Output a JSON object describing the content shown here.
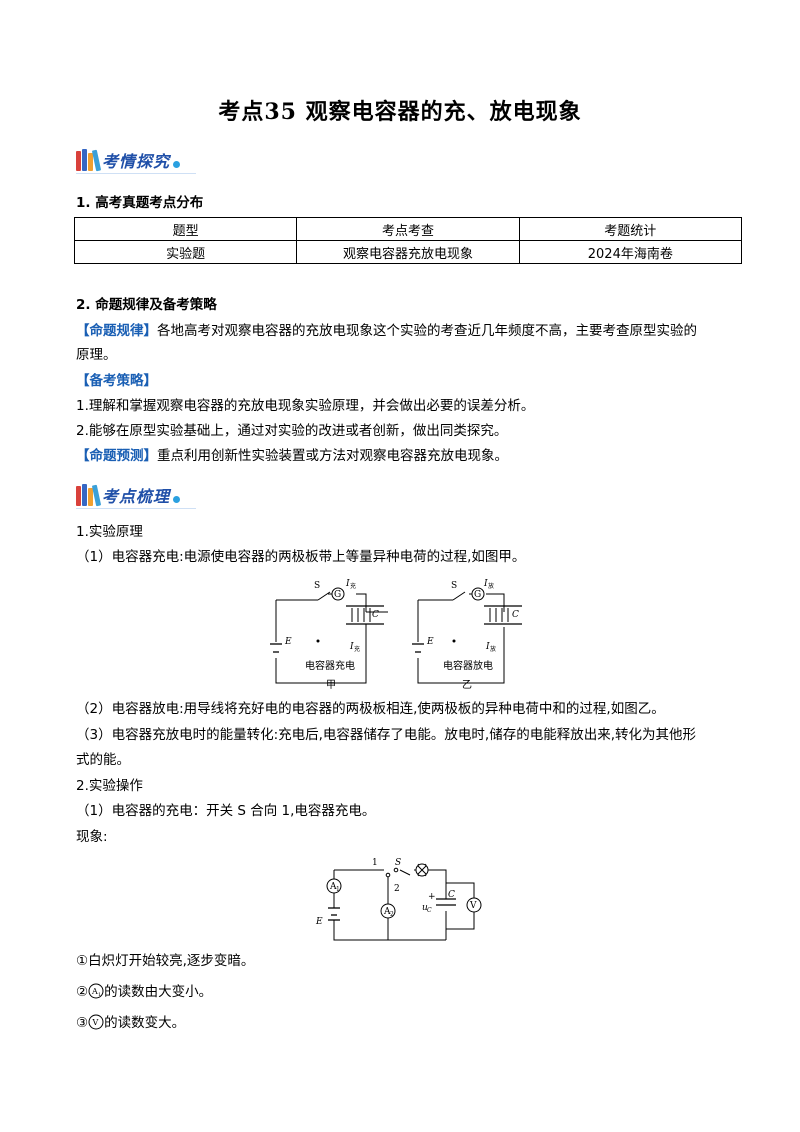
{
  "title": "考点35  观察电容器的充、放电现象",
  "banner1": {
    "text": "考情探究"
  },
  "banner2": {
    "text": "考点梳理"
  },
  "section1": {
    "heading": "1. 高考真题考点分布",
    "table": {
      "headers": [
        "题型",
        "考点考查",
        "考题统计"
      ],
      "rows": [
        [
          "实验题",
          "观察电容器充放电现象",
          "2024年海南卷"
        ]
      ]
    }
  },
  "section2": {
    "heading": "2. 命题规律及备考策略",
    "rule_tag": "【命题规律】",
    "rule_text_1": "各地高考对观察电容器的充放电现象这个实验的考查近几年频度不高，主要考查原型实验的",
    "rule_text_2": "原理。",
    "strategy_tag": "【备考策略】",
    "strategy_1": "1.理解和掌握观察电容器的充放电现象实验原理，并会做出必要的误差分析。",
    "strategy_2": "2.能够在原型实验基础上，通过对实验的改进或者创新，做出同类探究。",
    "predict_tag": "【命题预测】",
    "predict_text": "重点利用创新性实验装置或方法对观察电容器充放电现象。"
  },
  "points": {
    "p1_title": "1.实验原理",
    "p1_1": "（1）电容器充电:电源使电容器的两极板带上等量异种电荷的过程,如图甲。",
    "p1_2": "（2）电容器放电:用导线将充好电的电容器的两极板相连,使两极板的异种电荷中和的过程,如图乙。",
    "p1_3a": "（3）电容器充放电时的能量转化:充电后,电容器储存了电能。放电时,储存的电能释放出来,转化为其他形",
    "p1_3b": "式的能。",
    "p2_title": "2.实验操作",
    "p2_1": "（1）电容器的充电：开关 S 合向 1,电容器充电。",
    "p2_obs": "现象:",
    "obs_1": "①白炽灯开始较亮,逐步变暗。",
    "obs_2_pre": "②",
    "obs_2_post": "的读数由大变小。",
    "obs_3_pre": "③",
    "obs_3_post": "的读数变大。"
  },
  "figure1": {
    "left_caption": "电容器充电",
    "left_label": "甲",
    "right_caption": "电容器放电",
    "right_label": "乙",
    "switch": "S",
    "galv": "G",
    "emf": "E",
    "cap": "C",
    "i_main": "I",
    "i_charge_sub": "充",
    "i_discharge_sub": "放"
  },
  "figure2": {
    "pos1": "1",
    "pos2": "2",
    "switch": "S",
    "a1": "A",
    "a1_sub": "1",
    "a2": "A",
    "a2_sub": "2",
    "volt": "V",
    "cap": "C",
    "emf": "E",
    "plus": "+",
    "uc": "u",
    "uc_sub": "C"
  },
  "colors": {
    "tag": "#1a5fb4",
    "banner_text": "#1f4fa8",
    "banner_dot": "#2aa0e0"
  }
}
